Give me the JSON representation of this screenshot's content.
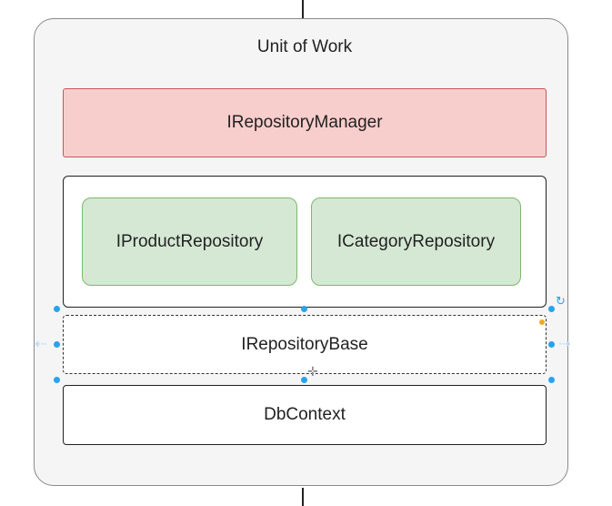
{
  "diagram": {
    "container_title": "Unit of Work",
    "repository_manager": "IRepositoryManager",
    "product_repository": "IProductRepository",
    "category_repository": "ICategoryRepository",
    "repository_base": "IRepositoryBase",
    "db_context": "DbContext"
  },
  "colors": {
    "manager_fill": "#f8cecc",
    "manager_border": "#c9555a",
    "repo_fill": "#d5e8d4",
    "repo_border": "#7fb86b",
    "container_fill": "#f5f5f5",
    "selection_handle": "#29a3ee"
  },
  "icons": {
    "rotate": "rotate-icon",
    "move": "move-icon",
    "connect_left": "arrow-left-icon",
    "connect_right": "arrow-right-icon"
  }
}
